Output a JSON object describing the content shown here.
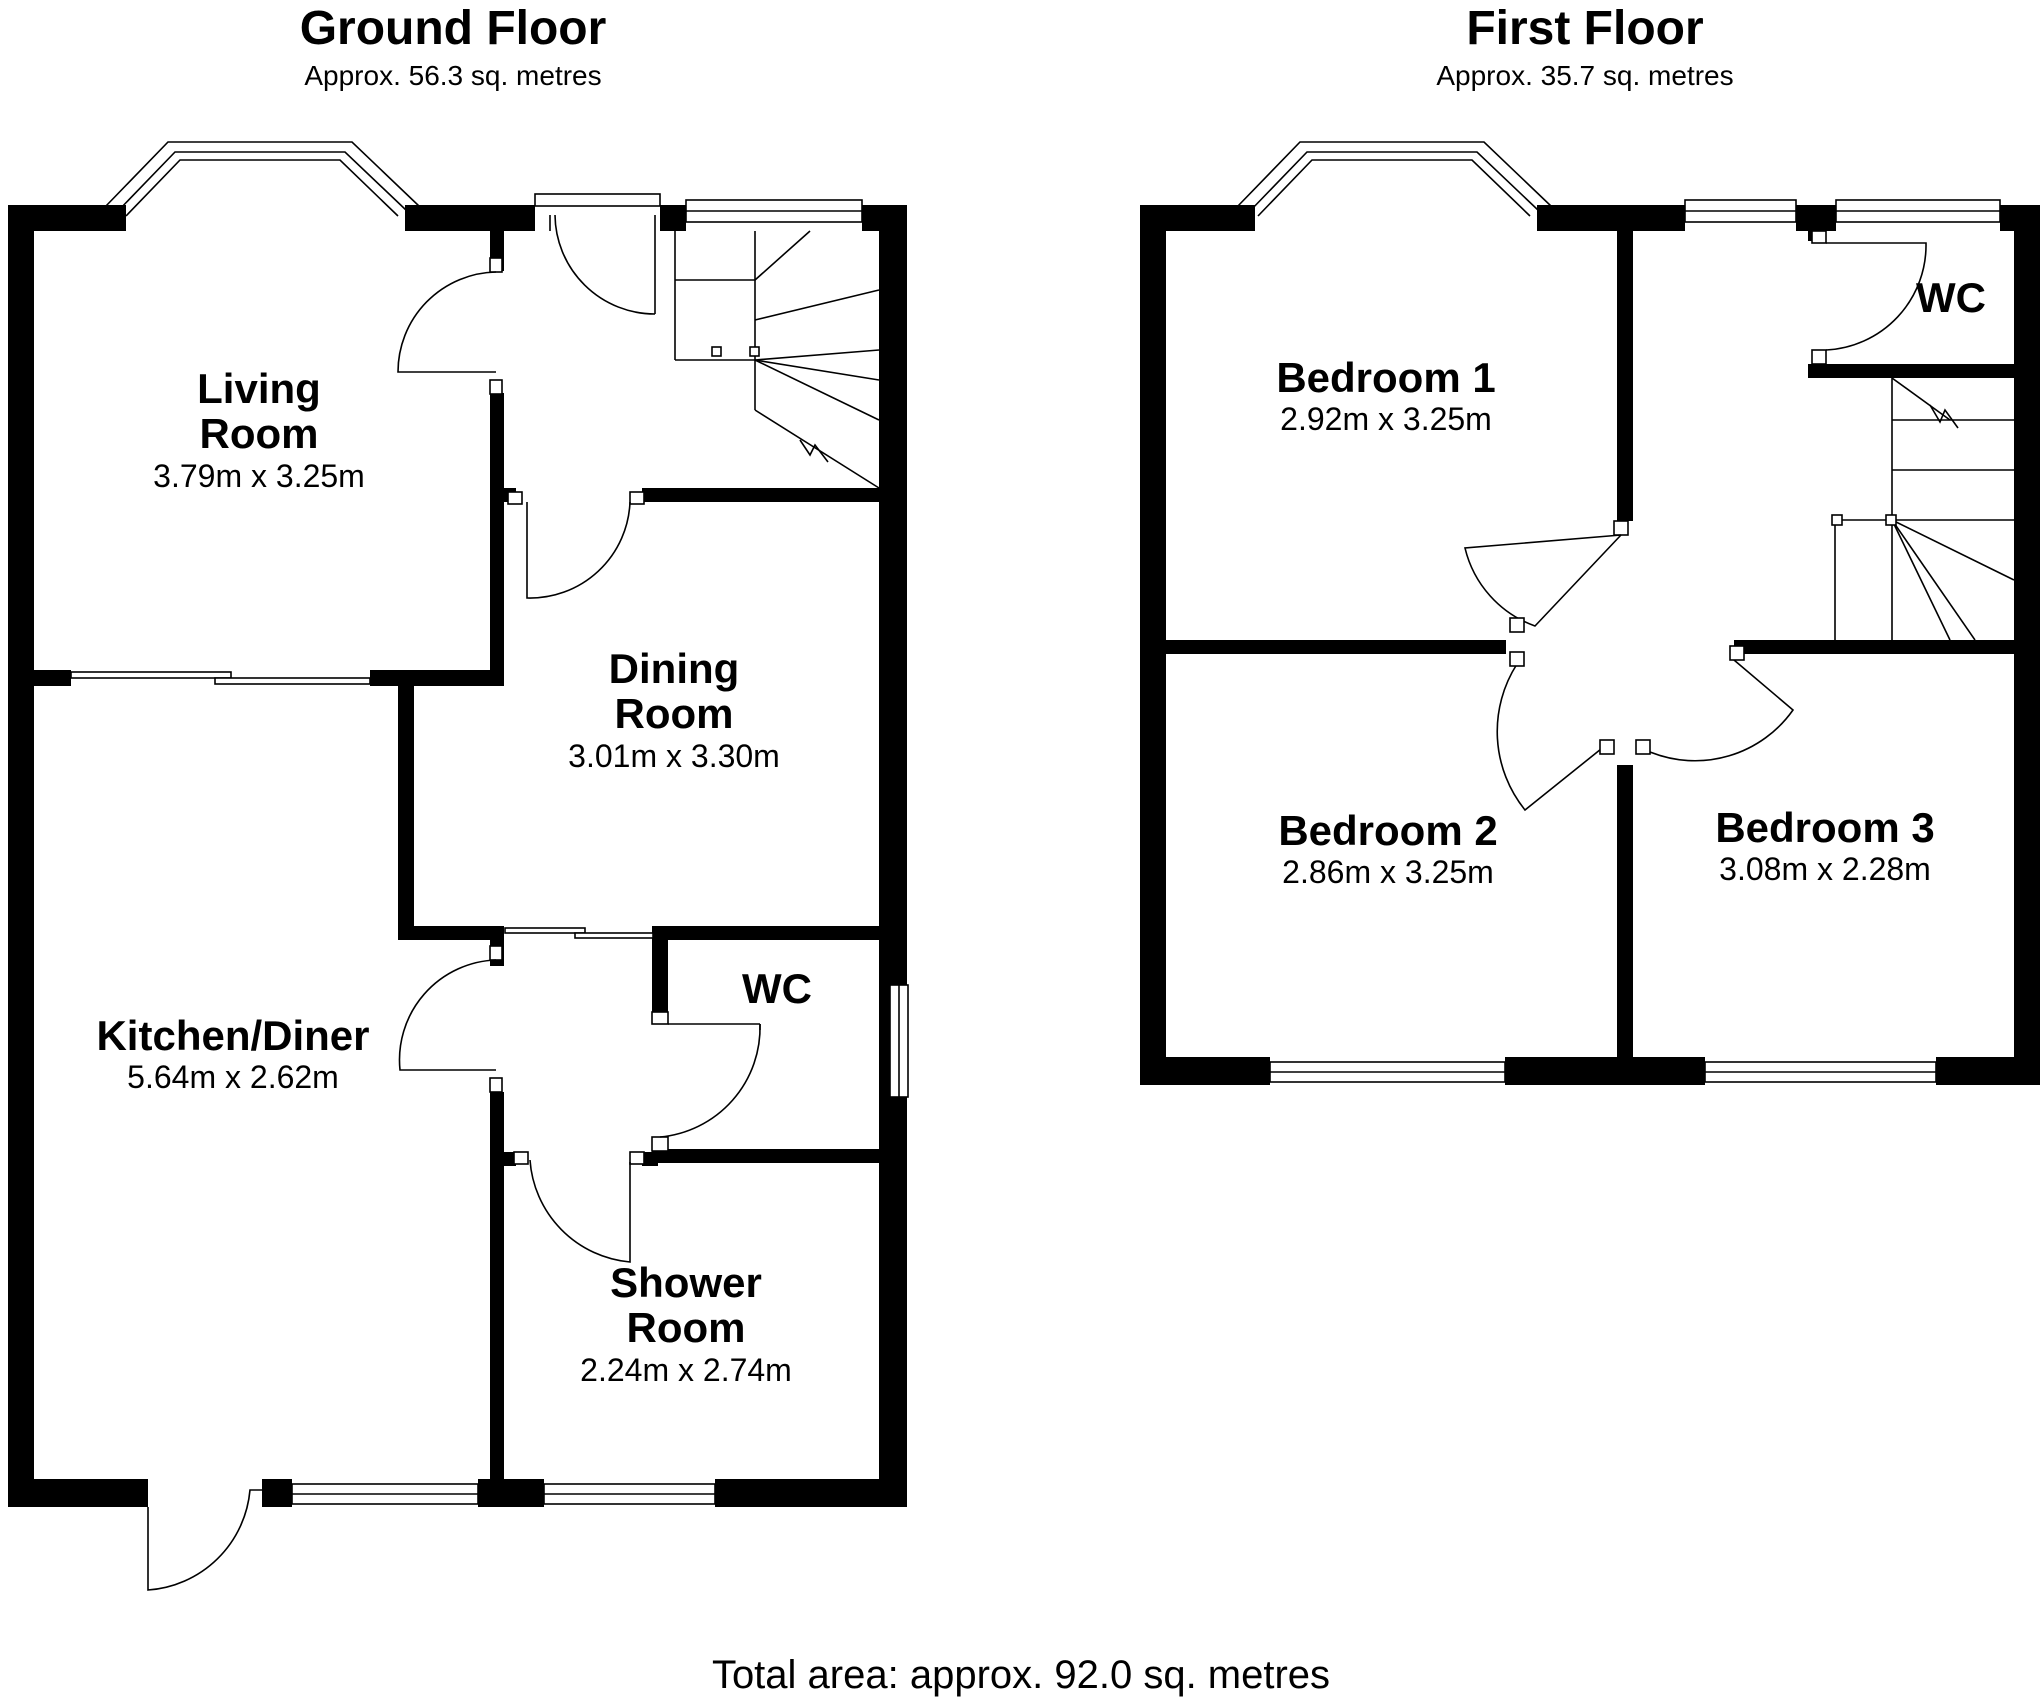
{
  "floors": [
    {
      "title": "Ground Floor",
      "area": "Approx. 56.3 sq. metres",
      "rooms": [
        {
          "name_lines": [
            "Living",
            "Room"
          ],
          "dims": "3.79m x 3.25m"
        },
        {
          "name_lines": [
            "Dining",
            "Room"
          ],
          "dims": "3.01m x 3.30m"
        },
        {
          "name_lines": [
            "WC"
          ],
          "dims": ""
        },
        {
          "name_lines": [
            "Kitchen/Diner"
          ],
          "dims": "5.64m x 2.62m"
        },
        {
          "name_lines": [
            "Shower",
            "Room"
          ],
          "dims": "2.24m x 2.74m"
        }
      ]
    },
    {
      "title": "First Floor",
      "area": "Approx. 35.7 sq. metres",
      "rooms": [
        {
          "name_lines": [
            "Bedroom 1"
          ],
          "dims": "2.92m x 3.25m"
        },
        {
          "name_lines": [
            "WC"
          ],
          "dims": ""
        },
        {
          "name_lines": [
            "Bedroom 2"
          ],
          "dims": "2.86m x 3.25m"
        },
        {
          "name_lines": [
            "Bedroom 3"
          ],
          "dims": "3.08m x 2.28m"
        }
      ]
    }
  ],
  "total": "Total area: approx. 92.0 sq. metres"
}
